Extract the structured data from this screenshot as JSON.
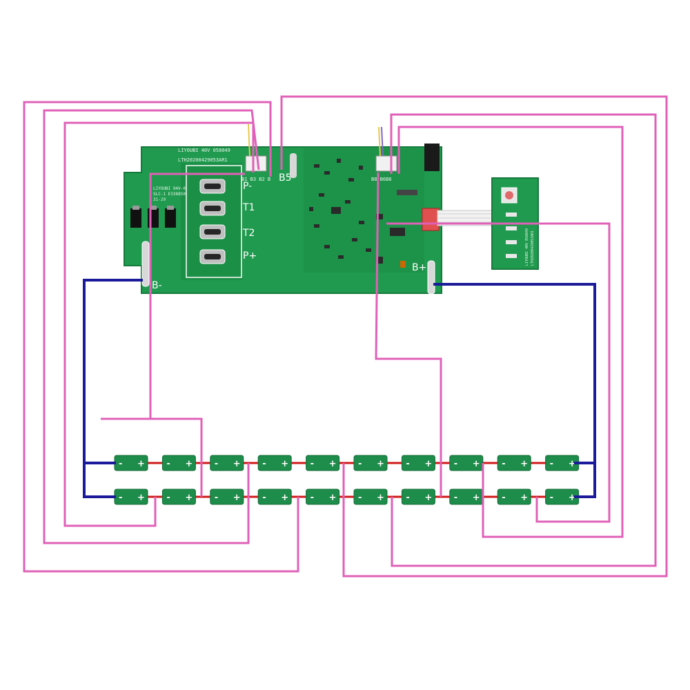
{
  "main_board": {
    "silk_line1": "LIYOUBI 40V 058049",
    "silk_line2": "LTH20200429053AR1",
    "silk_line3": "LIYOUBI  94V-0",
    "silk_line4": "SLC-1  E338850",
    "silk_line5": "31-29",
    "connector_left_label": "B1 B3 B2 B",
    "connector_right_label": "B8 B6B8",
    "label_b5": "B5",
    "label_p_minus": "P-",
    "label_t1": "T1",
    "label_t2": "T2",
    "label_p_plus": "P+",
    "label_b_plus": "B+",
    "label_b_minus": "B-"
  },
  "led_board": {
    "silk_line1": "LIYOUBI 40V 058049",
    "silk_line2": "LTH20200429053AR1"
  },
  "cells": {
    "plus_sign": "+",
    "minus_sign": "-"
  },
  "colors": {
    "balance_wire": "#e060b8",
    "main_wire": "#1a1a9a",
    "series_link": "#d01818",
    "pcb_green": "#1f9a4e",
    "cell_green": "#1e8c4a"
  }
}
